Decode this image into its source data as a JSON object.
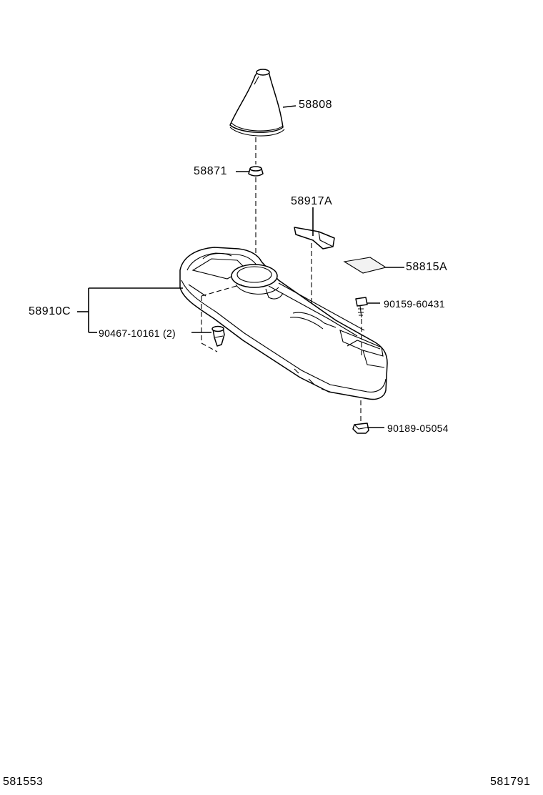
{
  "diagram": {
    "callouts": [
      {
        "id": "shift-boot",
        "label": "58808"
      },
      {
        "id": "grommet",
        "label": "58871"
      },
      {
        "id": "cover-plate",
        "label": "58917A"
      },
      {
        "id": "pad-sheet",
        "label": "58815A"
      },
      {
        "id": "console-box",
        "label": "58910C"
      },
      {
        "id": "screw-upper",
        "label": "90159-60431"
      },
      {
        "id": "clip-left",
        "label": "90467-10161 (2)"
      },
      {
        "id": "clip-bottom",
        "label": "90189-05054"
      }
    ],
    "footer": {
      "left_code": "581553",
      "right_code": "581791"
    }
  }
}
